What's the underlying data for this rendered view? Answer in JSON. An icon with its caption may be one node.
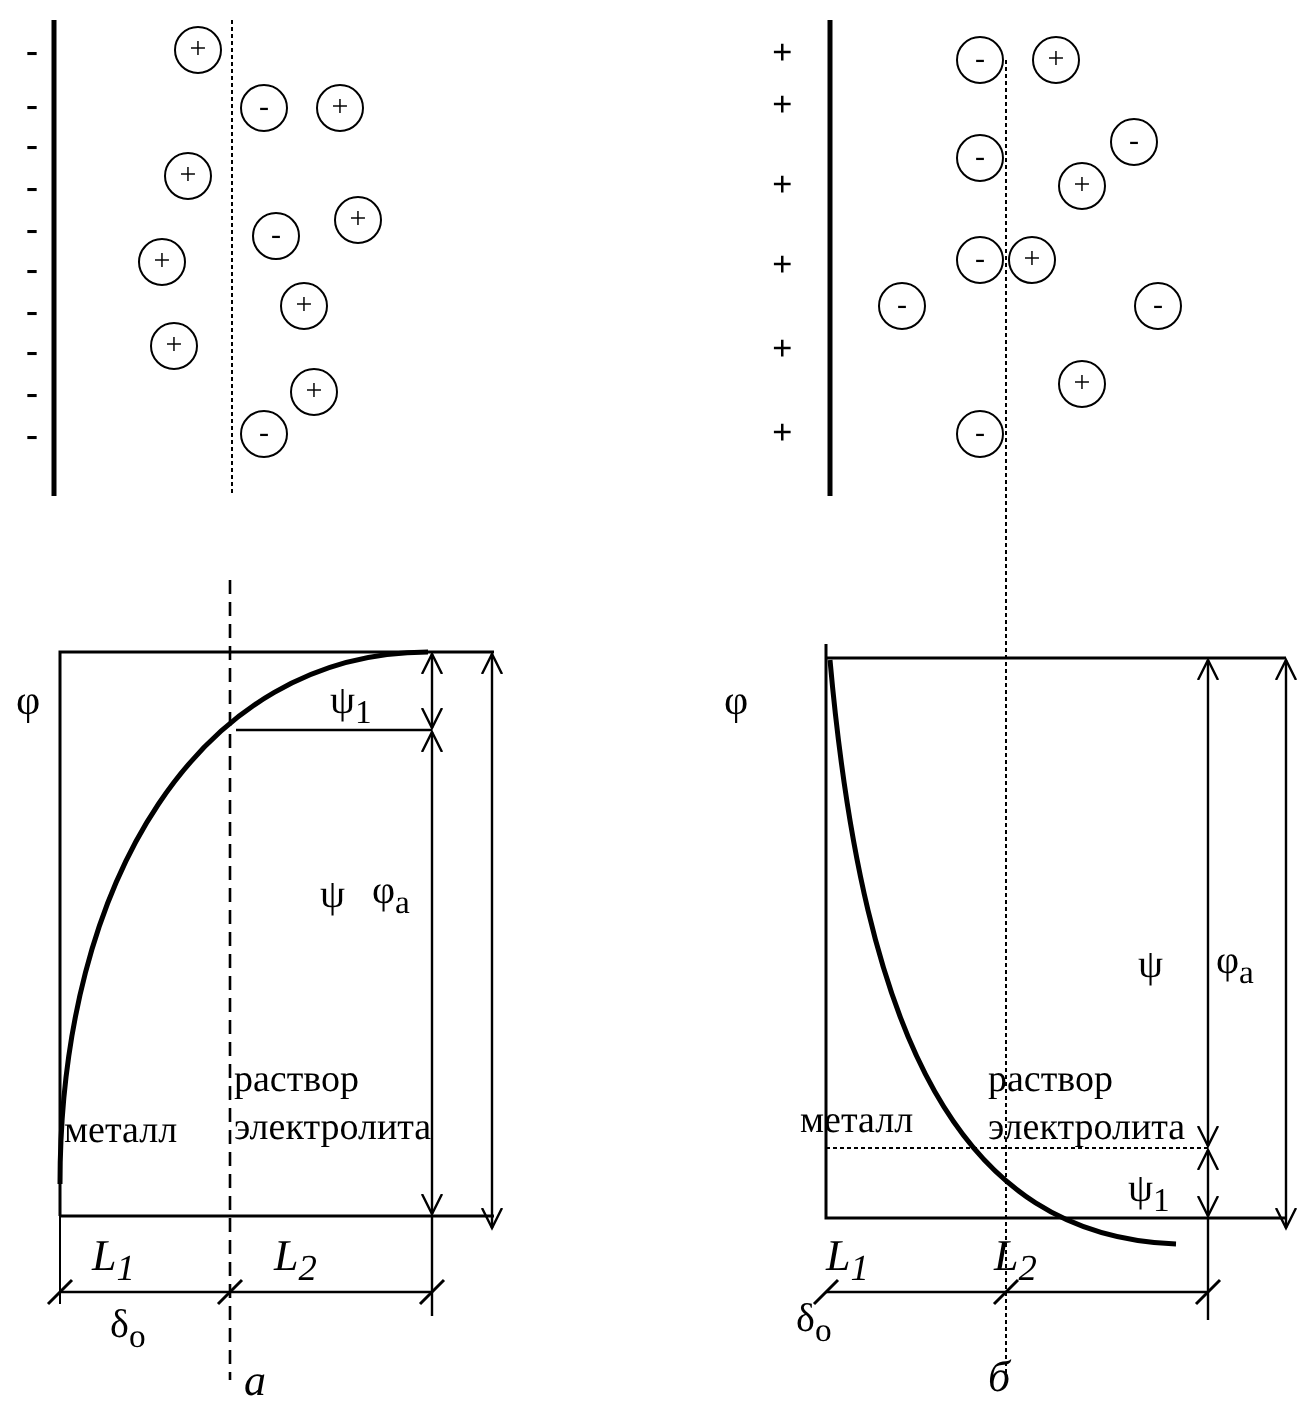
{
  "diagram": {
    "nodes": [
      {
        "text": [
          "+"
        ]
      },
      {
        "text": [
          "-"
        ]
      },
      {
        "text": [
          "+"
        ]
      },
      {
        "text": [
          "+"
        ]
      },
      {
        "text": [
          "-"
        ]
      },
      {
        "text": [
          "+"
        ]
      },
      {
        "text": [
          "+"
        ]
      },
      {
        "text": [
          "+"
        ]
      },
      {
        "text": [
          "+"
        ]
      },
      {
        "text": [
          "+"
        ]
      },
      {
        "text": [
          "-"
        ]
      },
      {
        "text": [
          "-"
        ]
      },
      {
        "text": [
          "+"
        ]
      },
      {
        "text": [
          "-"
        ]
      },
      {
        "text": [
          "-"
        ]
      },
      {
        "text": [
          "+"
        ]
      },
      {
        "text": [
          "-"
        ]
      },
      {
        "text": [
          "+"
        ]
      },
      {
        "text": [
          "-"
        ]
      },
      {
        "text": [
          "-"
        ]
      },
      {
        "text": [
          "+"
        ]
      },
      {
        "text": [
          "-"
        ]
      }
    ],
    "labels": [
      "-",
      "-",
      "-",
      "-",
      "-",
      "-",
      "-",
      "-",
      "-",
      "-",
      "+",
      "+",
      "+",
      "+",
      "+",
      "+",
      "φ",
      "ψ$_{1}$",
      "ψ",
      "φ$_{a}$",
      "раствор электролита",
      "металл",
      "L$_{1}$",
      "L$_{2}$",
      "δ$_{o}$",
      "а",
      "φ",
      "ψ",
      "φ$_{a}$",
      "раствор электролита",
      "металл",
      "ψ$_{1}$",
      "L$_{1}$",
      "L$_{2}$",
      "δ$_{o}$",
      "б"
    ]
  }
}
